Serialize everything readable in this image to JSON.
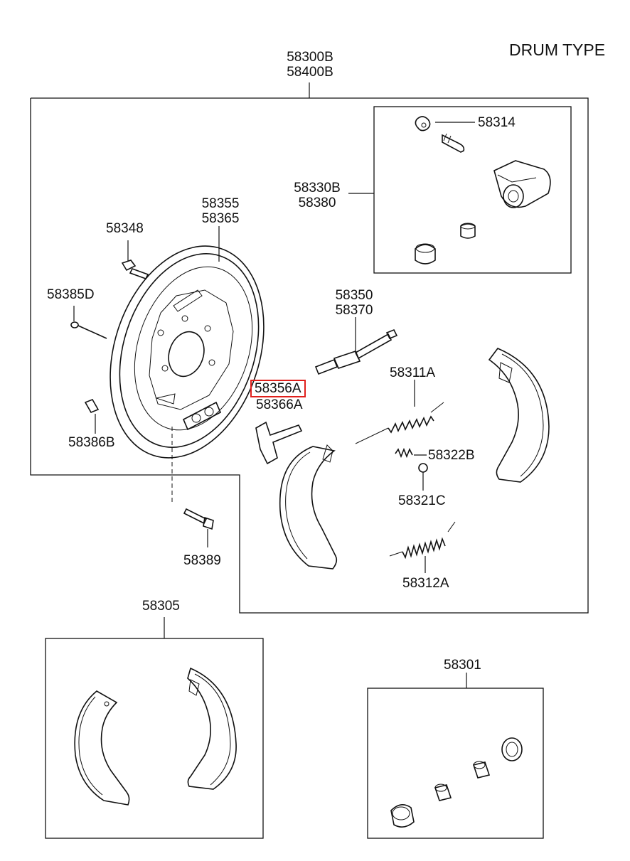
{
  "title": "DRUM TYPE",
  "highlight_color": "#e0201c",
  "labels": {
    "assembly_main_1": "58300B",
    "assembly_main_2": "58400B",
    "bleeder_screw": "58314",
    "wheel_cylinder_1": "58330B",
    "wheel_cylinder_2": "58380",
    "backing_plate_1": "58355",
    "backing_plate_2": "58365",
    "bolt_top": "58348",
    "adjuster_1": "58350",
    "adjuster_2": "58370",
    "pin": "58385D",
    "lever_1": "58356A",
    "lever_2": "58366A",
    "spring_upper": "58311A",
    "plug": "58386B",
    "spring_small": "58322B",
    "cup": "58321C",
    "bolt_bottom": "58389",
    "spring_lower": "58312A",
    "shoe_kit": "58305",
    "cylinder_kit": "58301"
  }
}
